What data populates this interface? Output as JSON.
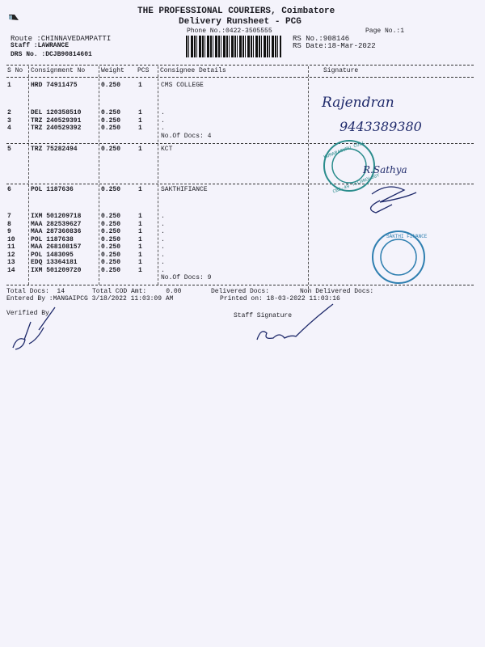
{
  "header": {
    "company": "THE PROFESSIONAL COURIERS, Coimbatore",
    "title": "Delivery Runsheet - PCG",
    "phone": "Phone No.:0422-3505555",
    "page": "Page No.:1",
    "route": "Route :CHINNAVEDAMPATTI",
    "staff": "Staff :LAWRANCE",
    "drs": "DRS No. :DCJB90814601",
    "rs_no": "RS No.:908146",
    "rs_date": "RS Date:18-Mar-2022"
  },
  "table": {
    "columns": [
      "S No",
      "Consignment No",
      "Weight",
      "PCS",
      "Consignee Details",
      "Signature"
    ],
    "rows": [
      {
        "sno": "1",
        "cno": "HRD 74911475",
        "weight": "0.250",
        "pcs": "1",
        "consignee": "CMS COLLEGE"
      },
      {
        "sno": "2",
        "cno": "DEL 120358510",
        "weight": "0.250",
        "pcs": "1",
        "consignee": "."
      },
      {
        "sno": "3",
        "cno": "TRZ 240529391",
        "weight": "0.250",
        "pcs": "1",
        "consignee": "."
      },
      {
        "sno": "4",
        "cno": "TRZ 240529392",
        "weight": "0.250",
        "pcs": "1",
        "consignee": "."
      },
      {
        "sno": "5",
        "cno": "TRZ 75282494",
        "weight": "0.250",
        "pcs": "1",
        "consignee": "KCT"
      },
      {
        "sno": "6",
        "cno": "POL 1187636",
        "weight": "0.250",
        "pcs": "1",
        "consignee": "SAKTHIFIANCE"
      },
      {
        "sno": "7",
        "cno": "IXM 501209718",
        "weight": "0.250",
        "pcs": "1",
        "consignee": "."
      },
      {
        "sno": "8",
        "cno": "MAA 282539627",
        "weight": "0.250",
        "pcs": "1",
        "consignee": "."
      },
      {
        "sno": "9",
        "cno": "MAA 287360836",
        "weight": "0.250",
        "pcs": "1",
        "consignee": "."
      },
      {
        "sno": "10",
        "cno": "POL 1187638",
        "weight": "0.250",
        "pcs": "1",
        "consignee": "."
      },
      {
        "sno": "11",
        "cno": "MAA 268108157",
        "weight": "0.250",
        "pcs": "1",
        "consignee": "."
      },
      {
        "sno": "12",
        "cno": "POL 1483095",
        "weight": "0.250",
        "pcs": "1",
        "consignee": "."
      },
      {
        "sno": "13",
        "cno": "EDQ 13364181",
        "weight": "0.250",
        "pcs": "1",
        "consignee": "."
      },
      {
        "sno": "14",
        "cno": "IXM 501209720",
        "weight": "0.250",
        "pcs": "1",
        "consignee": "."
      }
    ],
    "group_docs": [
      "No.Of Docs: 4",
      "No.Of Docs: 9"
    ]
  },
  "footer": {
    "total_docs": "Total Docs:  14",
    "total_cod": "Total COD Amt:     0.00",
    "delivered": "Delivered Docs:",
    "non_delivered": "Non Delivered Docs:",
    "entered_by": "Entered By :MANGAIPCG 3/18/2022 11:03:09 AM",
    "printed_on": "Printed on: 18-03-2022 11:03:16",
    "verified_by": "Verified By",
    "staff_signature": "Staff Signature"
  },
  "handwriting": {
    "name": "Rajendran",
    "phone": "9443389380",
    "sign": "R.Sathya"
  },
  "stamps": {
    "kct": "KUMARAGURU COLLEGE OF TECHNOLOGY CBE-49",
    "sakthi": "SAKTHI FINANCE"
  },
  "colors": {
    "stamp1": "#2a8c8c",
    "stamp2": "#2f7fb0",
    "ink": "#1f2a6b"
  }
}
